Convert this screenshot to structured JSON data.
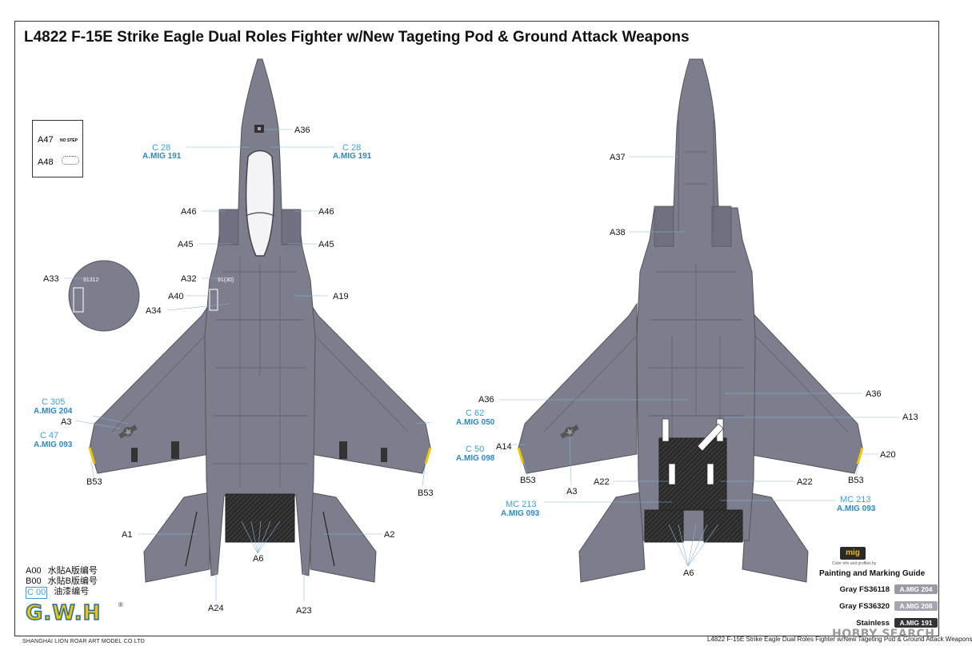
{
  "title": "L4822 F-15E Strike Eagle Dual Roles Fighter w/New Tageting Pod & Ground Attack Weapons",
  "colors": {
    "aircraft_gray": "#7c7e8e",
    "aircraft_dark": "#6a6c7c",
    "panel_line": "#5a5c6a",
    "bay_black": "#2b2b2b",
    "callout_blue": "#3aa0e0",
    "mig_label": "#9a9aa6",
    "stainless": "#333333",
    "logo_yellow": "#f2c400"
  },
  "inset_box": {
    "a47": "A47",
    "a48": "A48",
    "nostep": "NO STEP"
  },
  "top_view_labels": {
    "a36": "A36",
    "a46_l": "A46",
    "a46_r": "A46",
    "a45_l": "A45",
    "a45_r": "A45",
    "a33": "A33",
    "a33_code": "91312",
    "a32": "A32",
    "a32_code": "91(30)",
    "a40": "A40",
    "a34": "A34",
    "a19": "A19",
    "a3": "A3",
    "b53_l": "B53",
    "b53_r": "B53",
    "a1": "A1",
    "a2": "A2",
    "a6": "A6",
    "a24": "A24",
    "a23": "A23"
  },
  "top_view_callouts": {
    "c28_l": "C 28",
    "mig191_l": "A.MIG 191",
    "c28_r": "C 28",
    "mig191_r": "A.MIG 191",
    "c305": "C 305",
    "mig204": "A.MIG 204",
    "c47": "C 47",
    "mig093": "A.MIG 093",
    "c62": "C 62",
    "mig050": "A.MIG 050",
    "c50": "C 50",
    "mig098": "A.MIG 098"
  },
  "bottom_view_labels": {
    "a37": "A37",
    "a38": "A38",
    "a36_l": "A36",
    "a36_r": "A36",
    "a13": "A13",
    "a14": "A14",
    "a20": "A20",
    "b53_l": "B53",
    "b53_r": "B53",
    "a3": "A3",
    "a22_l": "A22",
    "a22_r": "A22",
    "a6": "A6"
  },
  "bottom_view_callouts": {
    "mc213_l": "MC 213",
    "mig093_l": "A.MIG 093",
    "mc213_r": "MC 213",
    "mig093_r": "A.MIG 093"
  },
  "legend": [
    {
      "code": "A00",
      "text": "水貼A版编号"
    },
    {
      "code": "B00",
      "text": "水貼B版编号"
    },
    {
      "code": "C 00",
      "text": "油漆编号"
    }
  ],
  "logo": {
    "text": "G.W.H",
    "reg": "®"
  },
  "footer_left": "SHANGHAI LION ROAR ART MODEL CO LTD",
  "footer_right": "L4822  F-15E Strike Eagle Dual Roles Fighter w/New Tageting Pod & Ground Attack Weapons",
  "watermark": "HOBBY SEARCH",
  "guide": {
    "logo": "mig",
    "tiny_text": "Color info and profiles by",
    "heading": "Painting and Marking Guide",
    "rows": [
      {
        "name": "Gray FS36118",
        "code": "A.MIG 204",
        "color": "#9a9aa6"
      },
      {
        "name": "Gray FS36320",
        "code": "A.MIG 208",
        "color": "#a6a6b0"
      },
      {
        "name": "Stainless",
        "code": "A.MIG 191",
        "color": "#333333"
      }
    ]
  }
}
